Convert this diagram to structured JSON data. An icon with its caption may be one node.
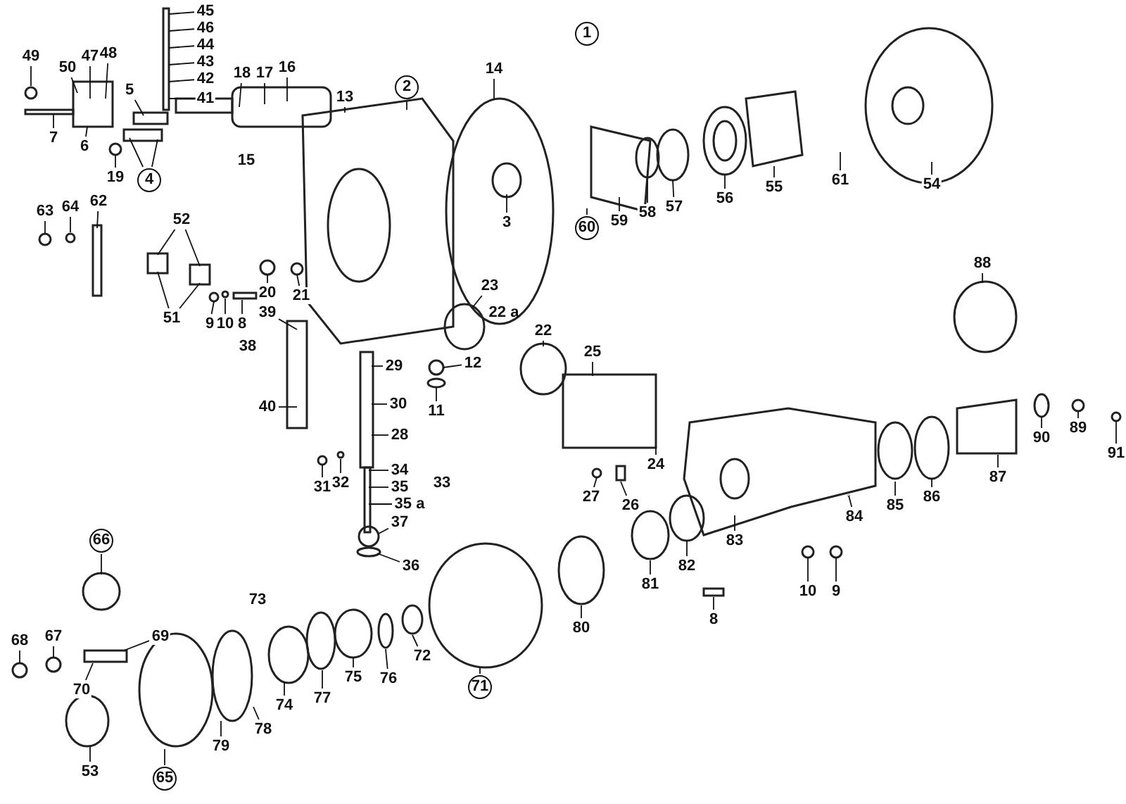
{
  "diagram": {
    "nodes": [
      {
        "text": [
          "45"
        ]
      },
      {
        "text": [
          "46"
        ]
      },
      {
        "text": [
          "44"
        ]
      },
      {
        "text": [
          "43"
        ]
      },
      {
        "text": [
          "42"
        ]
      },
      {
        "text": [
          "41"
        ]
      },
      {
        "text": [
          "49"
        ]
      },
      {
        "text": [
          "50"
        ]
      },
      {
        "text": [
          "47"
        ]
      },
      {
        "text": [
          "48"
        ]
      },
      {
        "text": [
          "5"
        ]
      },
      {
        "text": [
          "7"
        ]
      },
      {
        "text": [
          "6"
        ]
      },
      {
        "text": [
          "19"
        ]
      },
      {
        "text": [
          "4"
        ]
      },
      {
        "text": [
          "18"
        ]
      },
      {
        "text": [
          "17"
        ]
      },
      {
        "text": [
          "16"
        ]
      },
      {
        "text": [
          "13"
        ]
      },
      {
        "text": [
          "2"
        ]
      },
      {
        "text": [
          "14"
        ]
      },
      {
        "text": [
          "3"
        ]
      },
      {
        "text": [
          "60"
        ]
      },
      {
        "text": [
          "59"
        ]
      },
      {
        "text": [
          "58"
        ]
      },
      {
        "text": [
          "57"
        ]
      },
      {
        "text": [
          "56"
        ]
      },
      {
        "text": [
          "55"
        ]
      },
      {
        "text": [
          "61"
        ]
      },
      {
        "text": [
          "54"
        ]
      },
      {
        "text": [
          "63"
        ]
      },
      {
        "text": [
          "64"
        ]
      },
      {
        "text": [
          "62"
        ]
      },
      {
        "text": [
          "52"
        ]
      },
      {
        "text": [
          "51"
        ]
      },
      {
        "text": [
          "20"
        ]
      },
      {
        "text": [
          "21"
        ]
      },
      {
        "text": [
          "9"
        ]
      },
      {
        "text": [
          "10"
        ]
      },
      {
        "text": [
          "8"
        ]
      },
      {
        "text": [
          "39"
        ]
      },
      {
        "text": [
          "40"
        ]
      },
      {
        "text": [
          "29"
        ]
      },
      {
        "text": [
          "30"
        ]
      },
      {
        "text": [
          "28"
        ]
      },
      {
        "text": [
          "31"
        ]
      },
      {
        "text": [
          "32"
        ]
      },
      {
        "text": [
          "34"
        ]
      },
      {
        "text": [
          "35"
        ]
      },
      {
        "text": [
          "35 a"
        ]
      },
      {
        "text": [
          "37"
        ]
      },
      {
        "text": [
          "36"
        ]
      },
      {
        "text": [
          "12"
        ]
      },
      {
        "text": [
          "11"
        ]
      },
      {
        "text": [
          "23"
        ]
      },
      {
        "text": [
          "22"
        ]
      },
      {
        "text": [
          "25"
        ]
      },
      {
        "text": [
          "24"
        ]
      },
      {
        "text": [
          "27"
        ]
      },
      {
        "text": [
          "26"
        ]
      },
      {
        "text": [
          "88"
        ]
      },
      {
        "text": [
          "90"
        ]
      },
      {
        "text": [
          "89"
        ]
      },
      {
        "text": [
          "91"
        ]
      },
      {
        "text": [
          "87"
        ]
      },
      {
        "text": [
          "86"
        ]
      },
      {
        "text": [
          "85"
        ]
      },
      {
        "text": [
          "84"
        ]
      },
      {
        "text": [
          "83"
        ]
      },
      {
        "text": [
          "82"
        ]
      },
      {
        "text": [
          "81"
        ]
      },
      {
        "text": [
          "80"
        ]
      },
      {
        "text": [
          "10"
        ]
      },
      {
        "text": [
          "9"
        ]
      },
      {
        "text": [
          "8"
        ]
      },
      {
        "text": [
          "66"
        ]
      },
      {
        "text": [
          "68"
        ]
      },
      {
        "text": [
          "67"
        ]
      },
      {
        "text": [
          "69"
        ]
      },
      {
        "text": [
          "70"
        ]
      },
      {
        "text": [
          "53"
        ]
      },
      {
        "text": [
          "65"
        ]
      },
      {
        "text": [
          "79"
        ]
      },
      {
        "text": [
          "78"
        ]
      },
      {
        "text": [
          "74"
        ]
      },
      {
        "text": [
          "77"
        ]
      },
      {
        "text": [
          "75"
        ]
      },
      {
        "text": [
          "76"
        ]
      },
      {
        "text": [
          "72"
        ]
      },
      {
        "text": [
          "71"
        ]
      },
      {
        "text": [
          "1"
        ]
      }
    ],
    "edges": [
      {
        "from": 0,
        "to": null,
        "arrow": "none"
      },
      {
        "from": 1,
        "to": null,
        "arrow": "none"
      },
      {
        "from": 2,
        "to": null,
        "arrow": "none"
      },
      {
        "from": 3,
        "to": null,
        "arrow": "none"
      },
      {
        "from": 4,
        "to": null,
        "arrow": "none"
      },
      {
        "from": 5,
        "to": null,
        "arrow": "none"
      },
      {
        "from": 6,
        "to": null,
        "arrow": "none"
      },
      {
        "from": 7,
        "to": null,
        "arrow": "none"
      },
      {
        "from": 8,
        "to": null,
        "arrow": "none"
      },
      {
        "from": 9,
        "to": null,
        "arrow": "none"
      },
      {
        "from": 10,
        "to": null,
        "arrow": "none"
      },
      {
        "from": 11,
        "to": null,
        "arrow": "none"
      },
      {
        "from": 12,
        "to": null,
        "arrow": "none"
      },
      {
        "from": 13,
        "to": null,
        "arrow": "none"
      },
      {
        "from": 14,
        "to": null,
        "arrow": "none"
      },
      {
        "from": 14,
        "to": null,
        "arrow": "none"
      },
      {
        "from": 15,
        "to": null,
        "arrow": "none"
      },
      {
        "from": 16,
        "to": null,
        "arrow": "none"
      },
      {
        "from": 17,
        "to": null,
        "arrow": "none"
      },
      {
        "from": 18,
        "to": null,
        "arrow": "none"
      },
      {
        "from": 19,
        "to": null,
        "arrow": "none"
      },
      {
        "from": 20,
        "to": null,
        "arrow": "none"
      },
      {
        "from": 21,
        "to": null,
        "arrow": "none"
      },
      {
        "from": 22,
        "to": null,
        "arrow": "none"
      },
      {
        "from": 23,
        "to": null,
        "arrow": "none"
      },
      {
        "from": 24,
        "to": null,
        "arrow": "none"
      },
      {
        "from": 25,
        "to": null,
        "arrow": "none"
      },
      {
        "from": 26,
        "to": null,
        "arrow": "none"
      },
      {
        "from": 27,
        "to": null,
        "arrow": "none"
      },
      {
        "from": 28,
        "to": null,
        "arrow": "none"
      },
      {
        "from": 29,
        "to": null,
        "arrow": "none"
      },
      {
        "from": 30,
        "to": null,
        "arrow": "none"
      },
      {
        "from": 31,
        "to": null,
        "arrow": "none"
      },
      {
        "from": 32,
        "to": null,
        "arrow": "none"
      },
      {
        "from": 33,
        "to": null,
        "arrow": "none"
      },
      {
        "from": 33,
        "to": null,
        "arrow": "none"
      },
      {
        "from": 34,
        "to": null,
        "arrow": "none"
      },
      {
        "from": 34,
        "to": null,
        "arrow": "none"
      },
      {
        "from": 35,
        "to": null,
        "arrow": "none"
      },
      {
        "from": 36,
        "to": null,
        "arrow": "none"
      },
      {
        "from": 37,
        "to": null,
        "arrow": "none"
      },
      {
        "from": 38,
        "to": null,
        "arrow": "none"
      },
      {
        "from": 39,
        "to": null,
        "arrow": "none"
      },
      {
        "from": 40,
        "to": null,
        "arrow": "none"
      },
      {
        "from": 41,
        "to": null,
        "arrow": "none"
      },
      {
        "from": 42,
        "to": null,
        "arrow": "none"
      },
      {
        "from": 43,
        "to": null,
        "arrow": "none"
      },
      {
        "from": 44,
        "to": null,
        "arrow": "none"
      },
      {
        "from": 45,
        "to": null,
        "arrow": "none"
      },
      {
        "from": 46,
        "to": null,
        "arrow": "none"
      },
      {
        "from": 47,
        "to": null,
        "arrow": "none"
      },
      {
        "from": 48,
        "to": null,
        "arrow": "none"
      },
      {
        "from": 49,
        "to": null,
        "arrow": "none"
      },
      {
        "from": 50,
        "to": null,
        "arrow": "none"
      },
      {
        "from": 51,
        "to": null,
        "arrow": "none"
      },
      {
        "from": 52,
        "to": null,
        "arrow": "none"
      },
      {
        "from": 53,
        "to": null,
        "arrow": "none"
      },
      {
        "from": 54,
        "to": null,
        "arrow": "none"
      },
      {
        "from": 55,
        "to": null,
        "arrow": "none"
      },
      {
        "from": 56,
        "to": null,
        "arrow": "none"
      },
      {
        "from": 57,
        "to": null,
        "arrow": "none"
      },
      {
        "from": 58,
        "to": null,
        "arrow": "none"
      },
      {
        "from": 59,
        "to": null,
        "arrow": "none"
      },
      {
        "from": 60,
        "to": null,
        "arrow": "none"
      },
      {
        "from": 61,
        "to": null,
        "arrow": "none"
      },
      {
        "from": 62,
        "to": null,
        "arrow": "none"
      },
      {
        "from": 63,
        "to": null,
        "arrow": "none"
      },
      {
        "from": 64,
        "to": null,
        "arrow": "none"
      },
      {
        "from": 65,
        "to": null,
        "arrow": "none"
      },
      {
        "from": 66,
        "to": null,
        "arrow": "none"
      },
      {
        "from": 67,
        "to": null,
        "arrow": "none"
      },
      {
        "from": 68,
        "to": null,
        "arrow": "none"
      },
      {
        "from": 69,
        "to": null,
        "arrow": "none"
      },
      {
        "from": 70,
        "to": null,
        "arrow": "none"
      },
      {
        "from": 71,
        "to": null,
        "arrow": "none"
      },
      {
        "from": 72,
        "to": null,
        "arrow": "none"
      },
      {
        "from": 73,
        "to": null,
        "arrow": "none"
      },
      {
        "from": 74,
        "to": null,
        "arrow": "none"
      },
      {
        "from": 75,
        "to": null,
        "arrow": "none"
      },
      {
        "from": 76,
        "to": null,
        "arrow": "none"
      },
      {
        "from": 77,
        "to": null,
        "arrow": "none"
      },
      {
        "from": 78,
        "to": null,
        "arrow": "none"
      },
      {
        "from": 79,
        "to": null,
        "arrow": "none"
      },
      {
        "from": 80,
        "to": null,
        "arrow": "none"
      },
      {
        "from": 81,
        "to": null,
        "arrow": "none"
      },
      {
        "from": 82,
        "to": null,
        "arrow": "none"
      },
      {
        "from": 83,
        "to": null,
        "arrow": "none"
      },
      {
        "from": 84,
        "to": null,
        "arrow": "none"
      },
      {
        "from": 85,
        "to": null,
        "arrow": "none"
      },
      {
        "from": 86,
        "to": null,
        "arrow": "none"
      },
      {
        "from": 87,
        "to": null,
        "arrow": "none"
      },
      {
        "from": 88,
        "to": null,
        "arrow": "none"
      },
      {
        "from": 89,
        "to": null,
        "arrow": "none"
      }
    ],
    "labels": [
      "15",
      "38",
      "33",
      "22 a",
      "73"
    ]
  }
}
